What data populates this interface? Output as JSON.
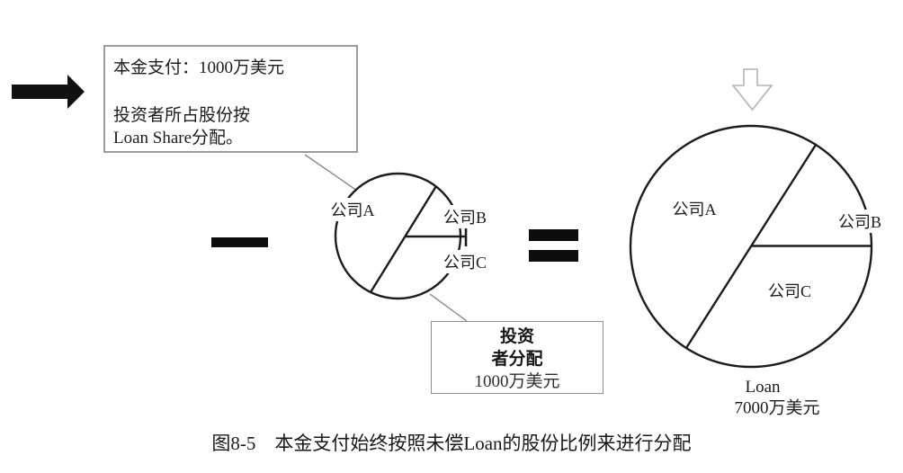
{
  "figure": {
    "note_box": {
      "line1": "本金支付：1000万美元",
      "line2": "投资者所占股份按",
      "line3": "Loan Share分配。"
    },
    "small_pie": {
      "label_a": "公司A",
      "label_b": "公司B",
      "label_c": "公司C"
    },
    "alloc_box": {
      "line1": "投资",
      "line2": "者分配",
      "line3": "1000万美元"
    },
    "big_pie": {
      "label_a": "公司A",
      "label_b": "公司B",
      "label_c": "公司C",
      "loan_label": "Loan",
      "loan_amount": "7000万美元"
    },
    "caption": "图8-5　本金支付始终按照未偿Loan的股份比例来进行分配",
    "icons": {
      "left_arrow": "solid-right-arrow",
      "minus": "minus-operator",
      "equals": "equals-operator",
      "down_arrow": "hollow-down-arrow"
    },
    "colors": {
      "ink": "#1c1c1c",
      "box_border": "#9b9b9b",
      "connector": "#8c8c8c",
      "hollow_arrow": "#b3b3b3"
    }
  }
}
